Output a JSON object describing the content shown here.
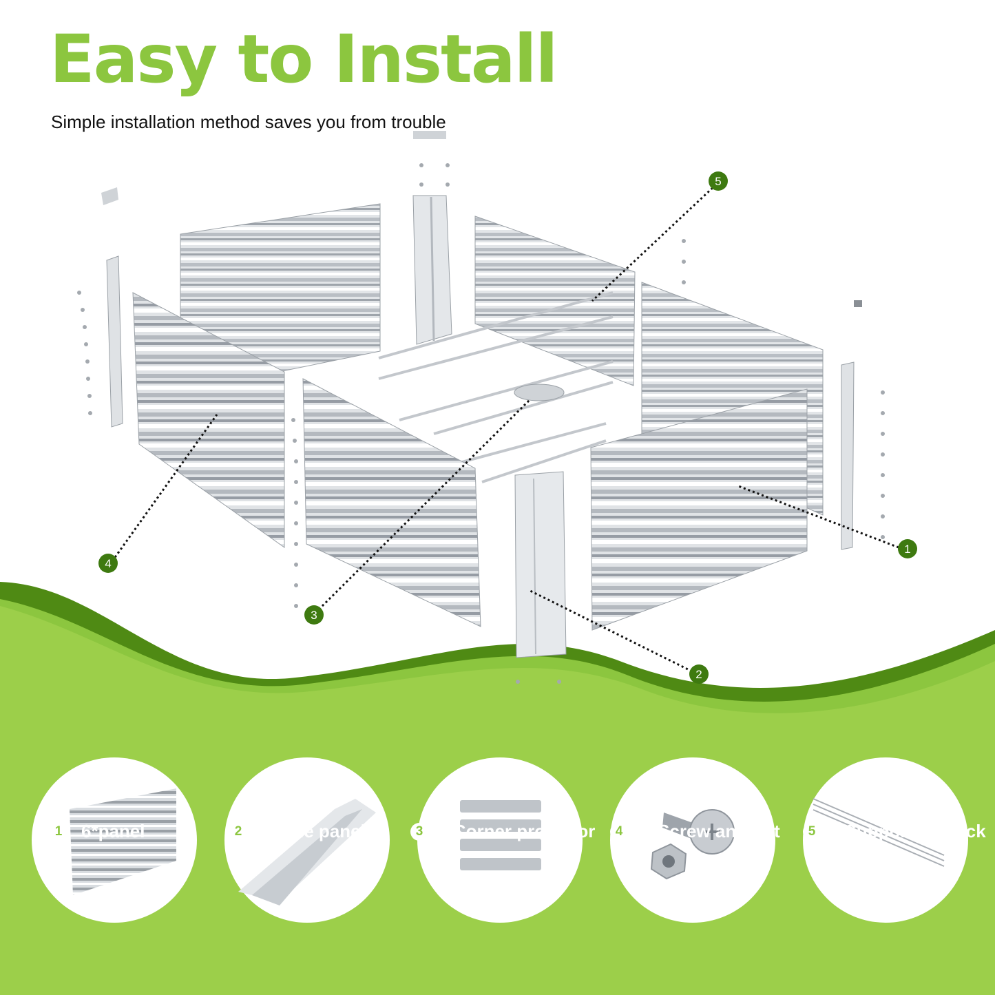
{
  "header": {
    "title": "Easy to Install",
    "subtitle": "Simple installation method saves you from trouble"
  },
  "callouts": [
    "1",
    "2",
    "3",
    "4",
    "5"
  ],
  "parts": [
    {
      "number": "1",
      "label": "6*panel",
      "icon": "corrugated-panel-icon"
    },
    {
      "number": "2",
      "label": "4* Side panel",
      "icon": "side-panel-icon"
    },
    {
      "number": "3",
      "label": "4* Corner protector",
      "icon": "corner-protector-icon"
    },
    {
      "number": "4",
      "label": "80*Screw and nut",
      "icon": "screw-and-nut-icon"
    },
    {
      "number": "5",
      "label": "6*Supporting stick",
      "icon": "supporting-stick-icon"
    }
  ],
  "colors": {
    "accent": "#8cc63f",
    "dark_green": "#4f8a14",
    "callout_bg": "#3e7a10",
    "metal": "#c9cdd2"
  }
}
